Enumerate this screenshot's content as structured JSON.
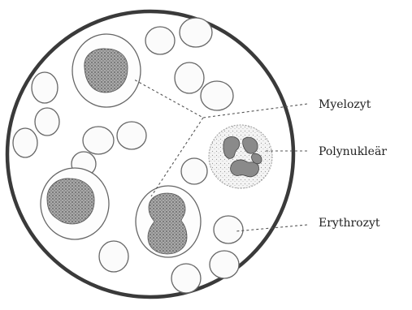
{
  "labels": {
    "myelocyte": "Myelozyt",
    "polynuclear": "Polynukleär",
    "erythrocyte": "Erythrozyt"
  },
  "colors": {
    "outline": "#3a3a3a",
    "cell_stroke": "#666666",
    "nucleus_fill": "#8c8c8c",
    "granules": "#777777"
  }
}
